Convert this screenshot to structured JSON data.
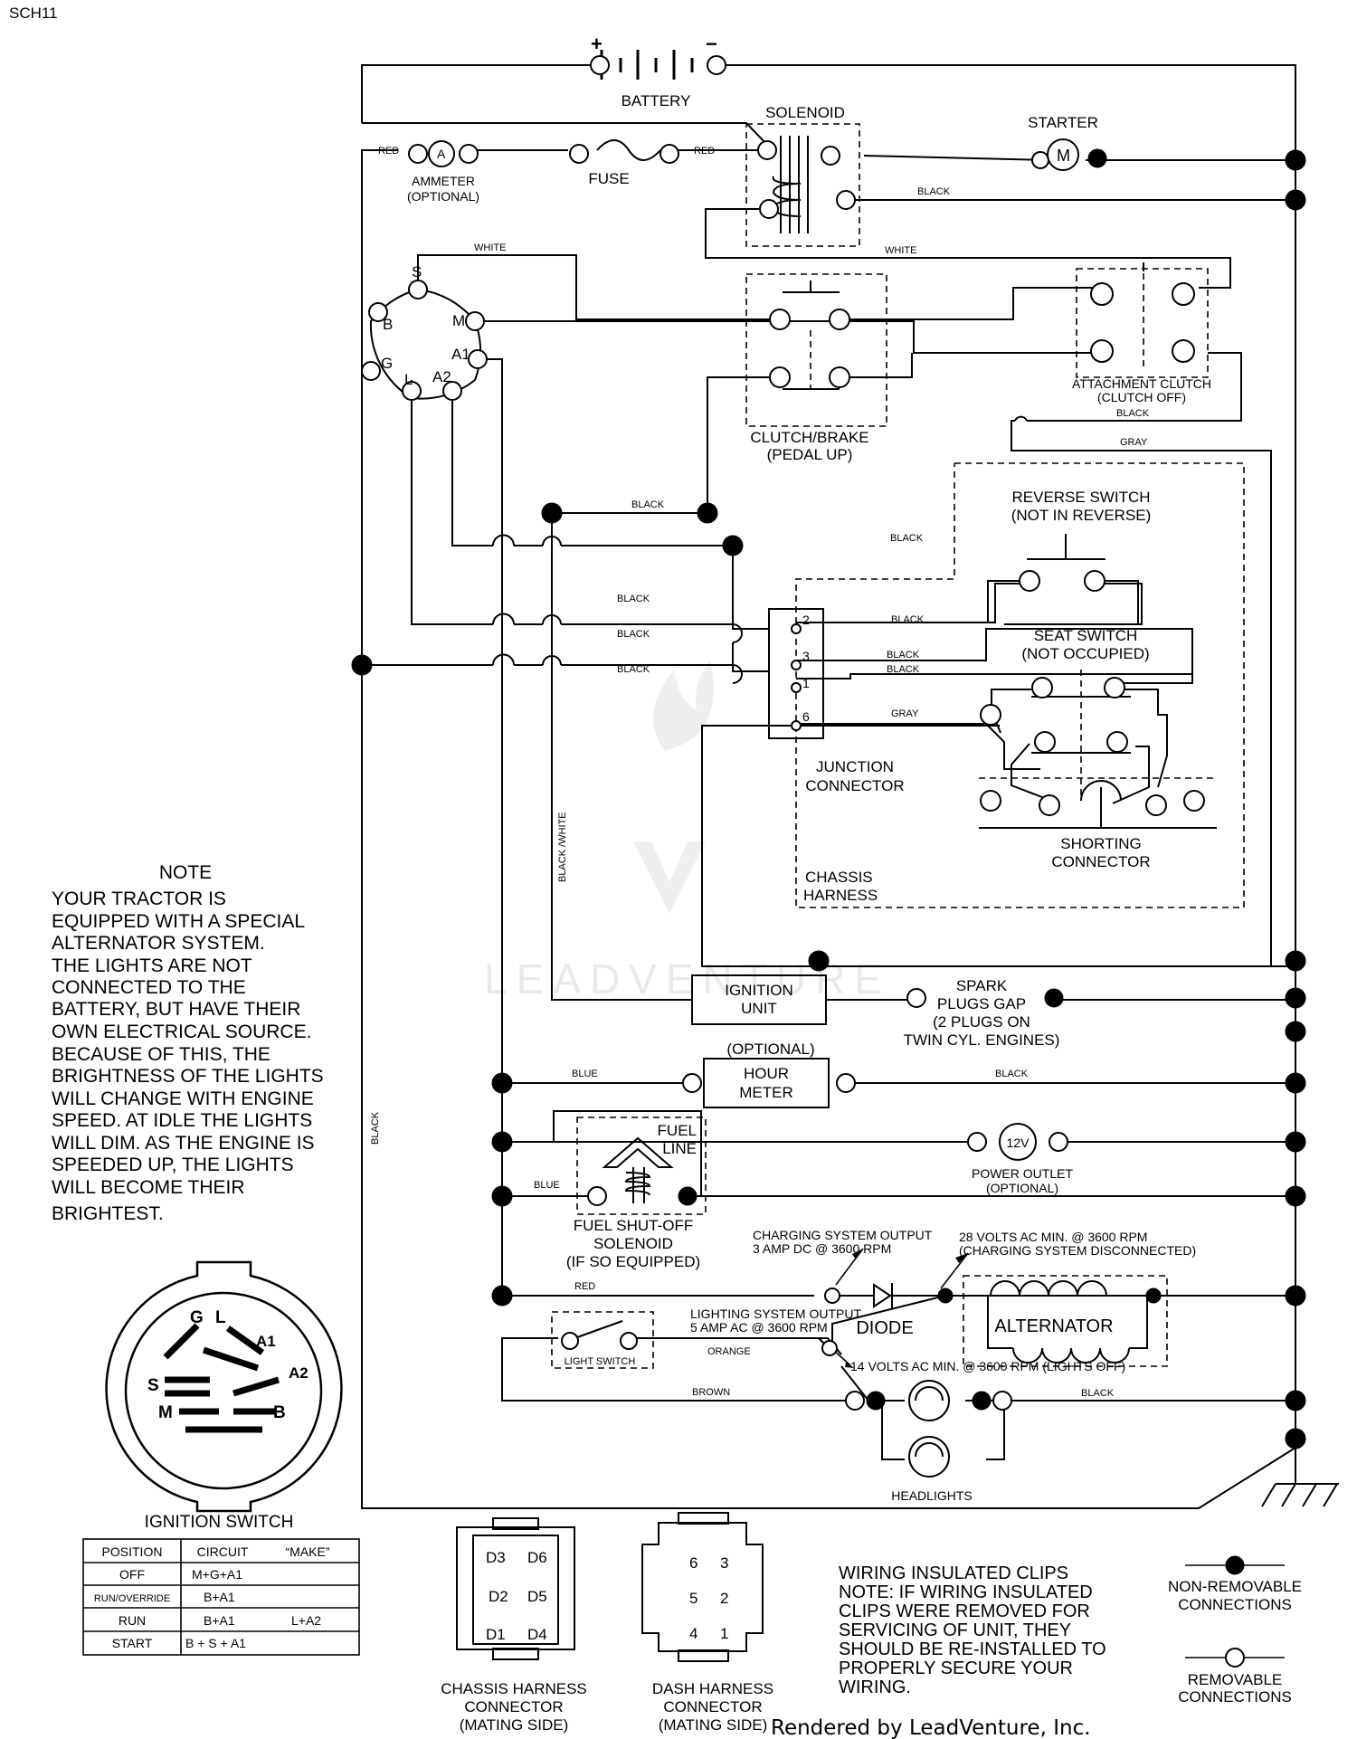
{
  "page_id": "SCH11",
  "components": {
    "battery": "BATTERY",
    "battery_plus": "+",
    "battery_minus": "−",
    "solenoid": "SOLENOID",
    "starter": "STARTER",
    "starter_symbol": "M",
    "ammeter_symbol": "A",
    "ammeter": "AMMETER",
    "ammeter_optional": "(OPTIONAL)",
    "fuse": "FUSE",
    "clutch_brake_1": "CLUTCH/BRAKE",
    "clutch_brake_2": "(PEDAL UP)",
    "attachment_clutch_1": "ATTACHMENT CLUTCH",
    "attachment_clutch_2": "(CLUTCH OFF)",
    "reverse_switch_1": "REVERSE SWITCH",
    "reverse_switch_2": "(NOT IN REVERSE)",
    "seat_switch_1": "SEAT SWITCH",
    "seat_switch_2": "(NOT OCCUPIED)",
    "junction_connector_1": "JUNCTION",
    "junction_connector_2": "CONNECTOR",
    "shorting_connector_1": "SHORTING",
    "shorting_connector_2": "CONNECTOR",
    "chassis_harness_1": "CHASSIS",
    "chassis_harness_2": "HARNESS",
    "ignition_unit_1": "IGNITION",
    "ignition_unit_2": "UNIT",
    "spark_plugs_1": "SPARK",
    "spark_plugs_2": "PLUGS GAP",
    "spark_plugs_3": "(2 PLUGS ON",
    "spark_plugs_4": "TWIN CYL. ENGINES)",
    "hour_meter_optional": "(OPTIONAL)",
    "hour_meter_1": "HOUR",
    "hour_meter_2": "METER",
    "fuel_line_1": "FUEL",
    "fuel_line_2": "LINE",
    "power_outlet_symbol": "12V",
    "power_outlet": "POWER OUTLET",
    "power_outlet_optional": "(OPTIONAL)",
    "fuel_solenoid_1": "FUEL SHUT-OFF",
    "fuel_solenoid_2": "SOLENOID",
    "fuel_solenoid_3": "(IF SO EQUIPPED)",
    "charging_output_1": "CHARGING SYSTEM OUTPUT",
    "charging_output_2": "3 AMP DC @ 3600 RPM",
    "volts28_1": "28 VOLTS AC MIN. @ 3600 RPM",
    "volts28_2": "(CHARGING SYSTEM DISCONNECTED)",
    "lighting_output_1": "LIGHTING SYSTEM OUTPUT",
    "lighting_output_2": "5 AMP AC @ 3600 RPM",
    "diode": "DIODE",
    "alternator": "ALTERNATOR",
    "light_switch": "LIGHT SWITCH",
    "volts14": "14 VOLTS AC MIN. @ 3600 RPM (LIGHTS OFF)",
    "headlights": "HEADLIGHTS"
  },
  "ignition_terminals": [
    "S",
    "B",
    "M",
    "G",
    "A1",
    "L",
    "A2"
  ],
  "junction_pins": [
    "2",
    "3",
    "1",
    "6"
  ],
  "wire_labels": {
    "red_ammeter": "RED",
    "red_fuse": "RED",
    "black_starter": "BLACK",
    "white_top": "WHITE",
    "white_solenoid": "WHITE",
    "black_attach": "BLACK",
    "gray_attach": "GRAY",
    "black_clutch": "BLACK",
    "black_reverse": "BLACK",
    "black_j_left_1": "BLACK",
    "black_j_left_2": "BLACK",
    "black_j_left_3": "BLACK",
    "black_pin2": "BLACK",
    "black_pin3": "BLACK",
    "black_pin1": "BLACK",
    "gray_pin6": "GRAY",
    "black_white": "BLACK /WHITE",
    "black_vertical": "BLACK",
    "blue_hour": "BLUE",
    "black_hour": "BLACK",
    "blue_fuel": "BLUE",
    "red_charge": "RED",
    "orange": "ORANGE",
    "brown": "BROWN",
    "black_headlight": "BLACK"
  },
  "note": {
    "title": "NOTE",
    "lines": [
      "YOUR TRACTOR IS",
      "EQUIPPED WITH A SPECIAL",
      "ALTERNATOR SYSTEM.",
      "THE LIGHTS ARE NOT",
      "CONNECTED TO THE",
      "BATTERY, BUT HAVE THEIR",
      "OWN ELECTRICAL SOURCE.",
      "BECAUSE OF THIS, THE",
      "BRIGHTNESS OF THE LIGHTS",
      "WILL CHANGE WITH ENGINE",
      "SPEED.  AT IDLE THE LIGHTS",
      "WILL DIM.  AS THE ENGINE IS",
      "SPEEDED UP, THE LIGHTS",
      "WILL BECOME THEIR",
      "BRIGHTEST."
    ]
  },
  "ignition_switch": {
    "title": "IGNITION SWITCH",
    "face_labels": [
      "G",
      "L",
      "A1",
      "S",
      "A2",
      "M",
      "B"
    ],
    "headers": [
      "POSITION",
      "CIRCUIT",
      "“MAKE”"
    ],
    "rows": [
      {
        "position": "OFF",
        "circuit": "M+G+A1",
        "extra": ""
      },
      {
        "position": "RUN/OVERRIDE",
        "circuit": "B+A1",
        "extra": ""
      },
      {
        "position": "RUN",
        "circuit": "B+A1",
        "extra": "L+A2"
      },
      {
        "position": "START",
        "circuit": "B + S + A1",
        "extra": ""
      }
    ]
  },
  "chassis_connector": {
    "pins": [
      "D3",
      "D6",
      "D2",
      "D5",
      "D1",
      "D4"
    ],
    "label_1": "CHASSIS HARNESS",
    "label_2": "CONNECTOR",
    "label_3": "(MATING SIDE)"
  },
  "dash_connector": {
    "pins": [
      "6",
      "3",
      "5",
      "2",
      "4",
      "1"
    ],
    "label_1": "DASH HARNESS",
    "label_2": "CONNECTOR",
    "label_3": "(MATING SIDE)"
  },
  "clips_note": [
    "WIRING INSULATED CLIPS",
    "NOTE: IF WIRING INSULATED",
    "CLIPS WERE REMOVED FOR",
    "SERVICING OF UNIT, THEY",
    "SHOULD BE RE-INSTALLED TO",
    "PROPERLY SECURE YOUR",
    "WIRING."
  ],
  "legend": {
    "nonremovable_1": "NON-REMOVABLE",
    "nonremovable_2": "CONNECTIONS",
    "removable_1": "REMOVABLE",
    "removable_2": "CONNECTIONS"
  },
  "watermark": "LEADVENTURE",
  "footer": "Rendered by LeadVenture, Inc."
}
